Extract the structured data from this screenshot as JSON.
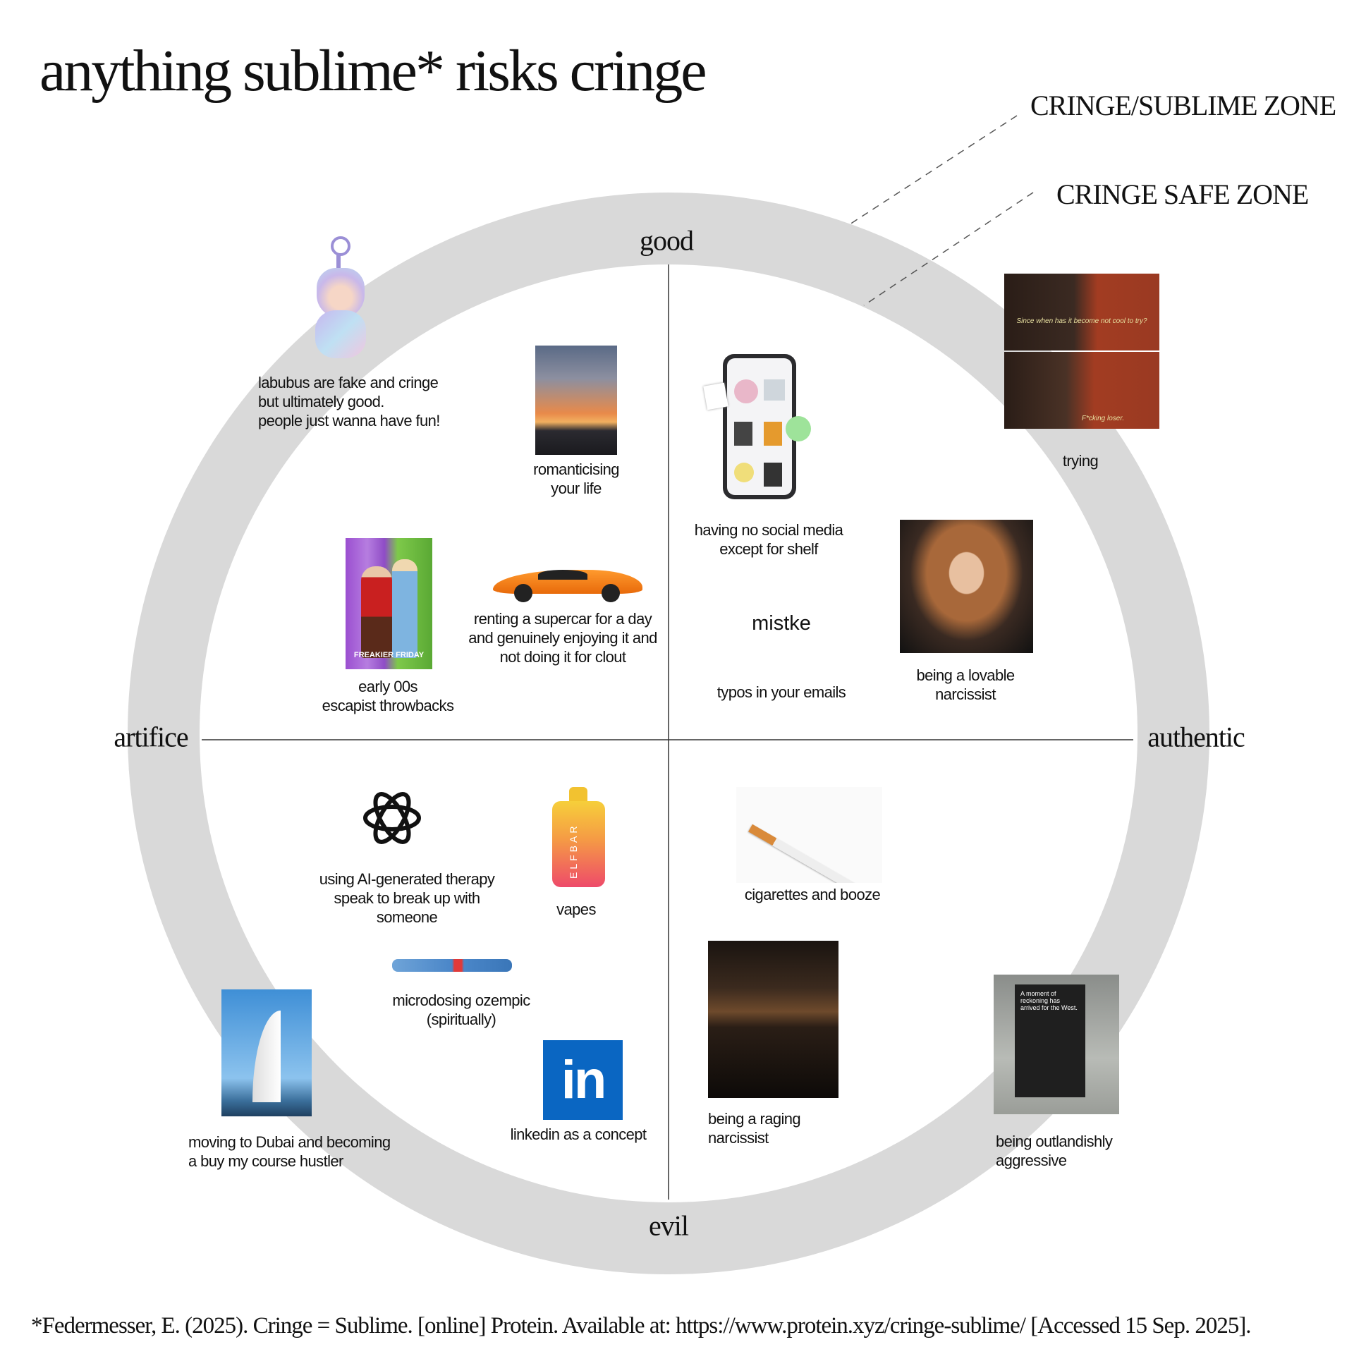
{
  "title": "anything sublime* risks cringe",
  "zones": {
    "outer": "CRINGE/SUBLIME ZONE",
    "inner": "CRINGE SAFE ZONE"
  },
  "axes": {
    "top": "good",
    "bottom": "evil",
    "left": "artifice",
    "right": "authentic"
  },
  "items": {
    "labubu": "labubus are fake and cringe\nbut ultimately good.\npeople just wanna have fun!",
    "romanticising": "romanticising\nyour life",
    "shelf": "having no social media\nexcept for shelf",
    "trying": "trying",
    "trying_sub1": "Since when has it become not cool to try?",
    "trying_sub2": "F*cking loser.",
    "throwbacks": "early 00s\nescapist throwbacks",
    "freakier": "FREAKIER FRIDAY",
    "supercar": "renting a supercar for a day\nand genuinely enjoying it and\nnot doing it for clout",
    "mistke": "mistke",
    "typos": "typos in your emails",
    "lovable": "being a lovable\nnarcissist",
    "ai_therapy": "using AI-generated therapy\nspeak to break up with\nsomeone",
    "vapes": "vapes",
    "elfbar": "ELFBAR",
    "cigarettes": "cigarettes and booze",
    "ozempic": "microdosing ozempic\n(spiritually)",
    "dubai": "moving to Dubai and becoming\na buy my course hustler",
    "linkedin": "linkedin as a concept",
    "linkedin_logo": "in",
    "raging": "being a raging\nnarcissist",
    "aggressive": "being outlandishly\naggressive",
    "poster_text": "A moment of reckoning has arrived for the West."
  },
  "footnote": "*Federmesser, E. (2025). Cringe = Sublime. [online] Protein. Available at: https://www.protein.xyz/cringe-sublime/ [Accessed 15 Sep. 2025].",
  "colors": {
    "ring": "#d9d9d9",
    "axis": "#333333",
    "linkedin": "#0a66c2"
  }
}
